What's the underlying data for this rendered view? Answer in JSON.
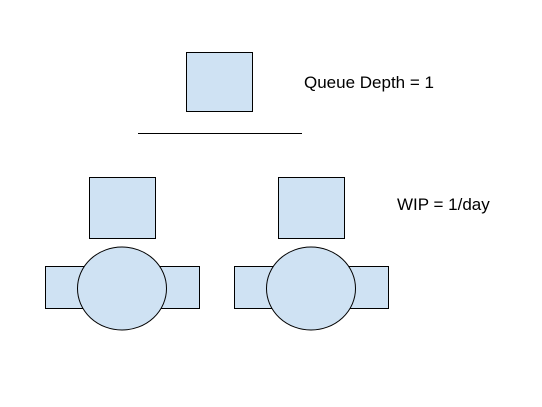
{
  "labels": {
    "queue_depth": "Queue Depth = 1",
    "wip": "WIP = 1/day"
  },
  "colors": {
    "shape_fill": "#cfe2f3",
    "outline": "#000000",
    "background": "#ffffff"
  },
  "workers": {
    "count": 2
  }
}
